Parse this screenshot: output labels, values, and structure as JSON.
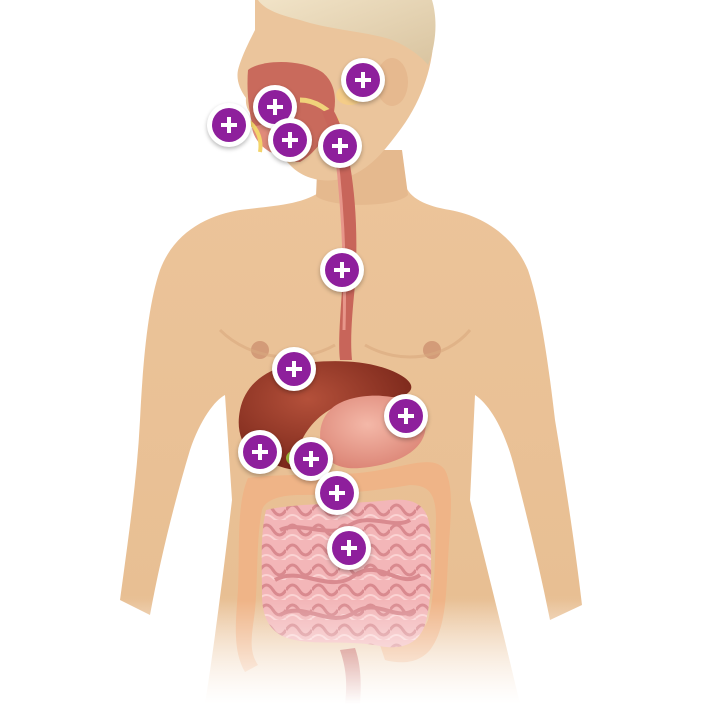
{
  "colors": {
    "hotspot_fill": "#8e1f9c",
    "hotspot_ring": "#ffffff",
    "skin": "#e9c096",
    "liver": "#8e2d1e",
    "stomach": "#e99a8c",
    "intestine": "#f2b3b3",
    "esophagus": "#c8655a"
  },
  "hotspots": [
    {
      "id": "parotid-gland",
      "icon": "plus-icon"
    },
    {
      "id": "mouth",
      "icon": "plus-icon"
    },
    {
      "id": "nasal-cavity",
      "icon": "plus-icon"
    },
    {
      "id": "tongue",
      "icon": "plus-icon"
    },
    {
      "id": "pharynx",
      "icon": "plus-icon"
    },
    {
      "id": "esophagus",
      "icon": "plus-icon"
    },
    {
      "id": "liver",
      "icon": "plus-icon"
    },
    {
      "id": "stomach",
      "icon": "plus-icon"
    },
    {
      "id": "gallbladder",
      "icon": "plus-icon"
    },
    {
      "id": "pancreas",
      "icon": "plus-icon"
    },
    {
      "id": "large-intestine",
      "icon": "plus-icon"
    },
    {
      "id": "small-intestine",
      "icon": "plus-icon"
    }
  ]
}
